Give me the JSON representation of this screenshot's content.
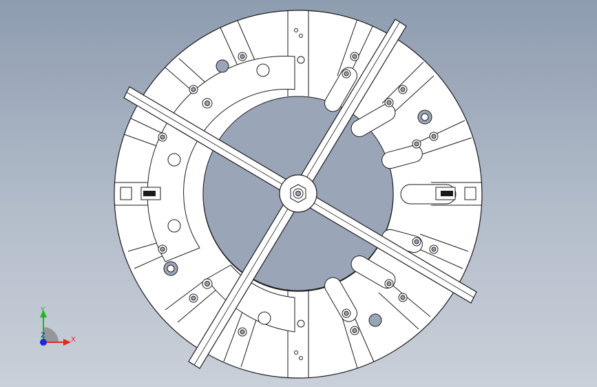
{
  "viewport": {
    "background_top": "#8e9cb0",
    "background_bottom": "#c9d0d9"
  },
  "model": {
    "part_fill": "#ffffff",
    "edge_color": "#1a1a1a",
    "hole_fill": "#9aa6b8"
  },
  "triad": {
    "x_label": "X",
    "y_label": "Y",
    "z_label": "Z",
    "x_color": "#e8261e",
    "y_color": "#22b322",
    "z_color": "#1a2bd6"
  }
}
